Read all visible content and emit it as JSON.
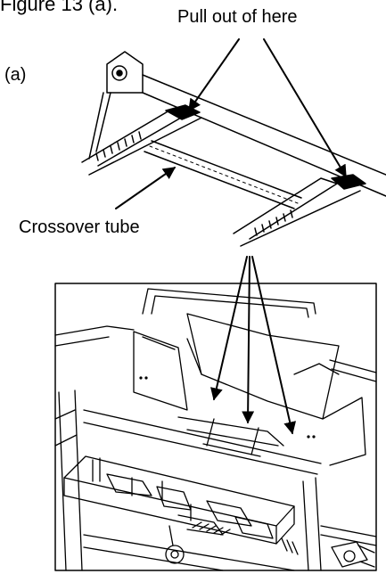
{
  "figure": {
    "title": "Figure 13 (a).",
    "panel_label": "(a)"
  },
  "callouts": {
    "pull_out": "Pull out of here",
    "crossover": "Crossover tube"
  }
}
